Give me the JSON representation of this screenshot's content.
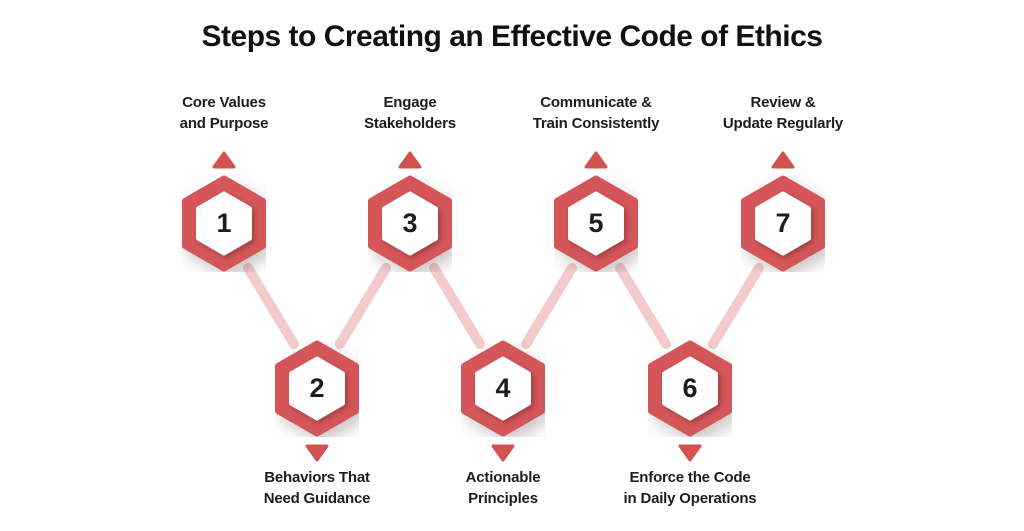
{
  "title": "Steps to Creating an Effective Code of Ethics",
  "colors": {
    "accent_red": "#d45659",
    "triangle_red": "#d25251",
    "connector_pink": "#f3cbca",
    "text_dark": "#1d1d1f",
    "background": "#ffffff"
  },
  "steps": [
    {
      "number": "1",
      "label_lines": [
        "Core Values",
        "and Purpose"
      ],
      "position": "top"
    },
    {
      "number": "2",
      "label_lines": [
        "Behaviors That",
        "Need Guidance"
      ],
      "position": "bottom"
    },
    {
      "number": "3",
      "label_lines": [
        "Engage",
        "Stakeholders"
      ],
      "position": "top"
    },
    {
      "number": "4",
      "label_lines": [
        "Actionable",
        "Principles"
      ],
      "position": "bottom"
    },
    {
      "number": "5",
      "label_lines": [
        "Communicate &",
        "Train Consistently"
      ],
      "position": "top"
    },
    {
      "number": "6",
      "label_lines": [
        "Enforce the Code",
        "in Daily Operations"
      ],
      "position": "bottom"
    },
    {
      "number": "7",
      "label_lines": [
        "Review &",
        "Update Regularly"
      ],
      "position": "top"
    }
  ]
}
